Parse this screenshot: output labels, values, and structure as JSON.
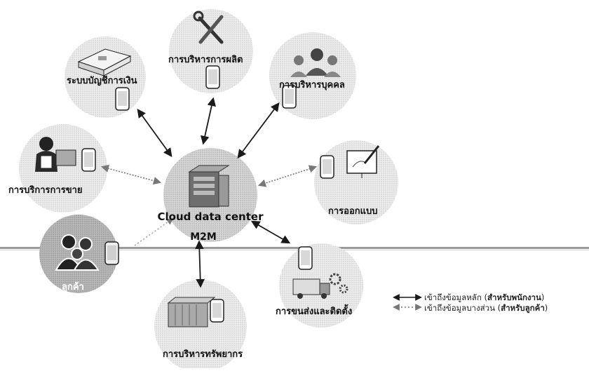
{
  "hub": {
    "title": "Cloud data center",
    "subtitle": "M2M"
  },
  "nodes": {
    "finance": {
      "label": "ระบบบัญชีการเงิน",
      "icon": "money-stack-icon"
    },
    "production": {
      "label": "การบริหารการผลิต",
      "icon": "tools-icon"
    },
    "hr": {
      "label": "การบริหารบุคคล",
      "icon": "people-icon"
    },
    "sales": {
      "label": "การบริการการขาย",
      "icon": "salesperson-icon"
    },
    "design": {
      "label": "การออกแบบ",
      "icon": "design-pen-icon"
    },
    "customer": {
      "label": "ลูกค้า",
      "icon": "customer-group-icon"
    },
    "delivery": {
      "label": "การขนส่งและติดตั้ง",
      "icon": "truck-gears-icon"
    },
    "resources": {
      "label": "การบริหารทรัพยากร",
      "icon": "container-icon"
    }
  },
  "legend": {
    "primary": {
      "text": "เข้าถึงข้อมูลหลัก (",
      "bold": "สำหรับพนักงาน",
      "end": ")"
    },
    "partial": {
      "text": "เข้าถึงข้อมูลบางส่วน (",
      "bold": "สำหรับลูกค้า",
      "end": ")"
    }
  },
  "colors": {
    "arrow": "#1a1a1a",
    "circle": "#e4e4e4",
    "customer_circle": "#b4b4b4",
    "hub_circle": "#cfcfcf",
    "band": "#9a9a9a"
  }
}
